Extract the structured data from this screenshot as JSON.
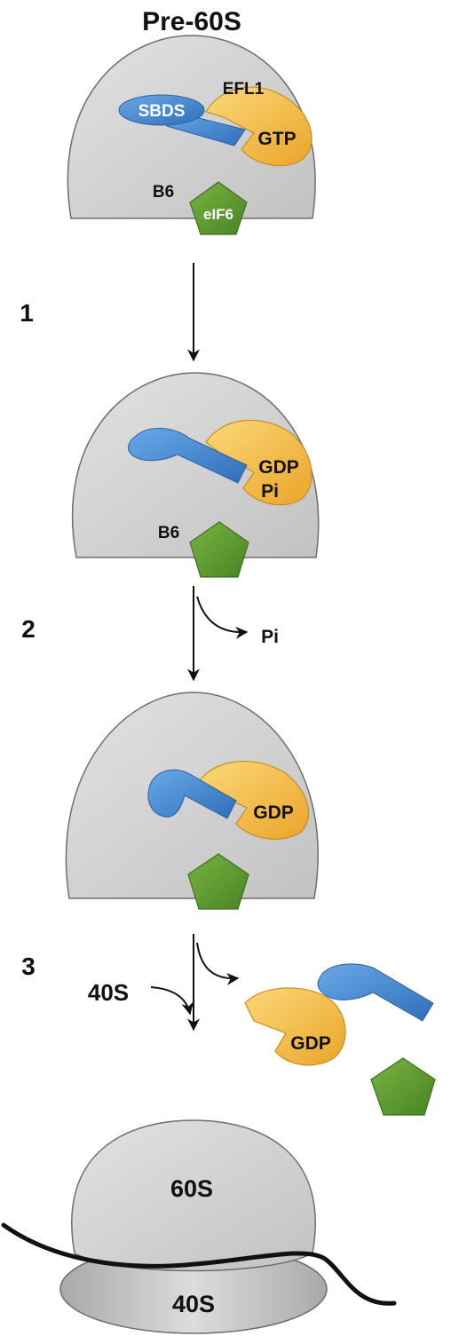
{
  "title": "Pre-60S",
  "steps": [
    "1",
    "2",
    "3"
  ],
  "stage1": {
    "sbds": "SBDS",
    "efl1": "EFL1",
    "nucleotide": "GTP",
    "site": "B6",
    "eif6": "eIF6"
  },
  "stage2": {
    "nucleotide": "GDP",
    "phosphate": "Pi",
    "site": "B6"
  },
  "release_pi": "Pi",
  "stage3": {
    "nucleotide": "GDP"
  },
  "step3_input": "40S",
  "released": {
    "nucleotide": "GDP"
  },
  "final": {
    "large_subunit": "60S",
    "small_subunit": "40S"
  },
  "colors": {
    "ribosome_fill": "#d4d4d4",
    "ribosome_stroke": "#6e6e6e",
    "sbds_blue": "#4a8fd6",
    "efl1_yellow": "#f5c04a",
    "eif6_green": "#5e9e2e",
    "arrow": "#111111"
  }
}
